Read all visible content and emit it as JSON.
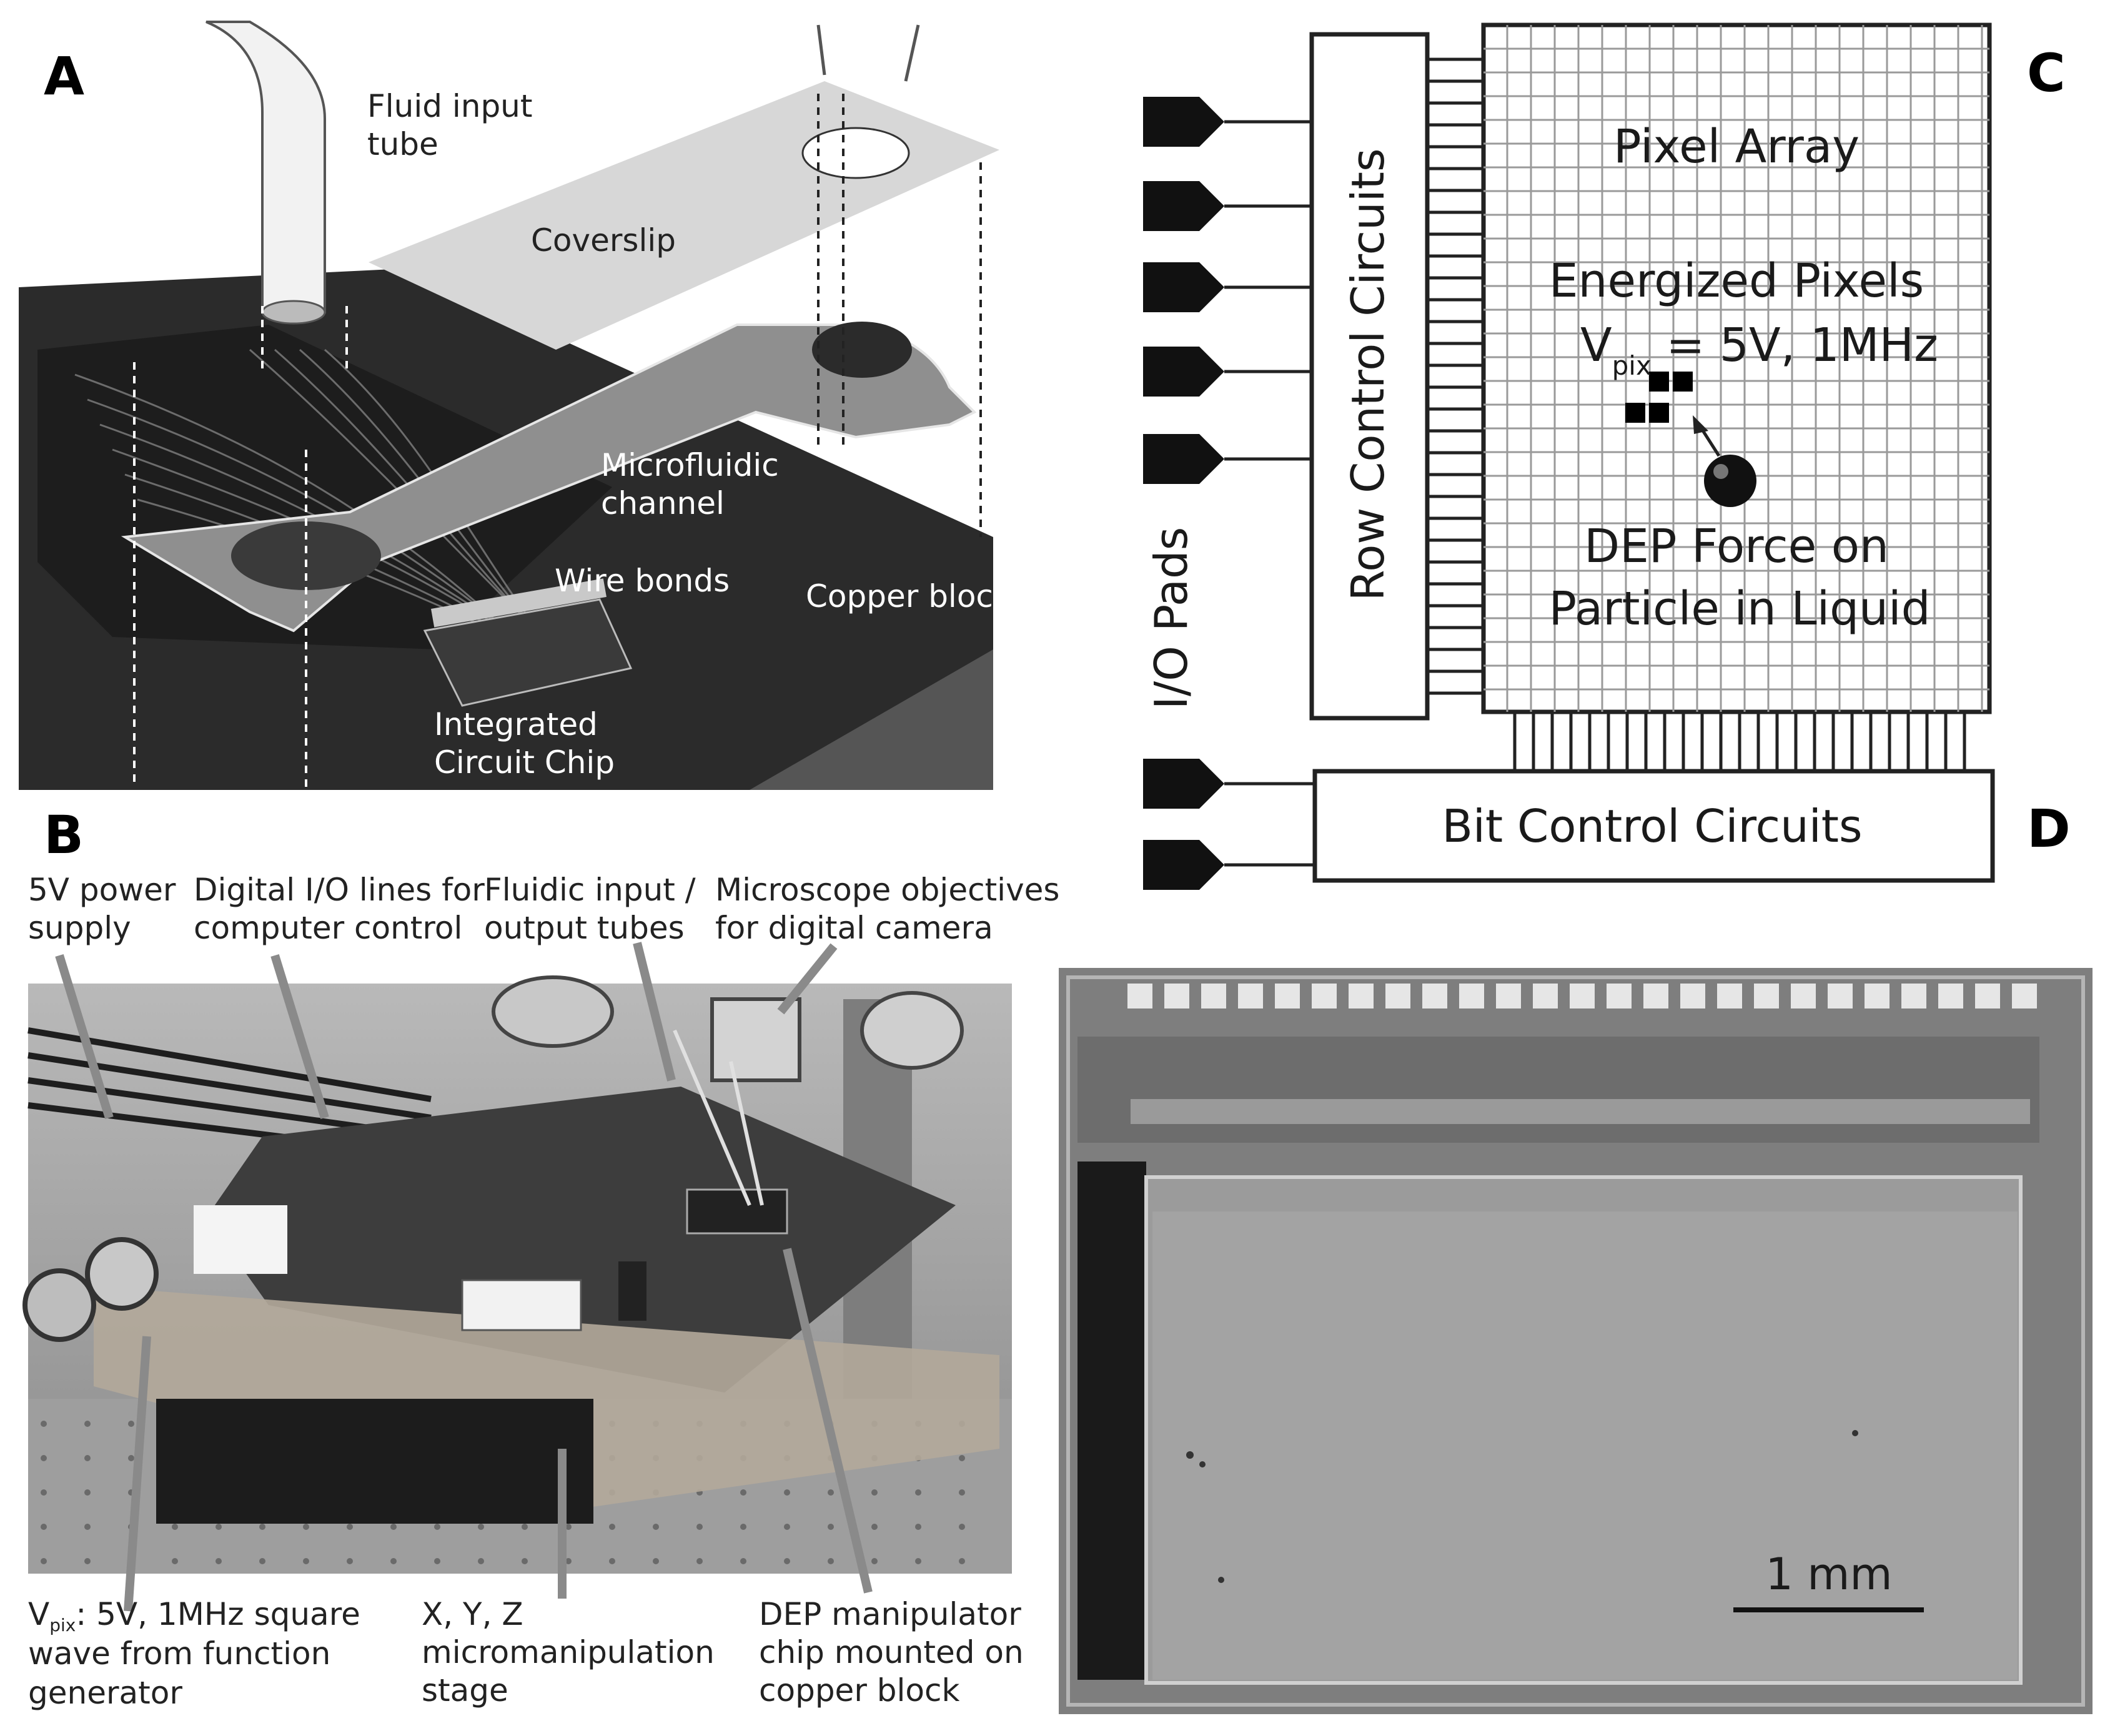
{
  "panels": {
    "a": {
      "letter": "A",
      "labels": {
        "fluid_input_tube": "Fluid input\ntube",
        "coverslip": "Coverslip",
        "microfluidic_channel": "Microfluidic\nchannel",
        "wire_bonds": "Wire bonds",
        "copper_block": "Copper block",
        "ic_chip": "Integrated\nCircuit Chip"
      }
    },
    "b": {
      "letter": "B",
      "labels": {
        "power_supply": "5V power\nsupply",
        "digital_io": "Digital I/O lines for\ncomputer control",
        "fluidic_tubes": "Fluidic input /\noutput tubes",
        "microscope": "Microscope objectives\nfor digital camera",
        "vpix_main": "V",
        "vpix_sub": "pix",
        "vpix_rest": ": 5V, 1MHz square",
        "vpix_line2": "wave from function",
        "vpix_line3": "generator",
        "xyz_stage": "X, Y, Z\nmicromanipulation\nstage",
        "dep_chip": "DEP manipulator\nchip mounted on\ncopper block"
      }
    },
    "c": {
      "letter": "C",
      "labels": {
        "pixel_array": "Pixel Array",
        "energized": "Energized Pixels",
        "vpix_v": "V",
        "vpix_sub": "pix",
        "vpix_value": " = 5V, 1MHz",
        "dep_force": "DEP Force on",
        "particle": "Particle in Liquid",
        "row_control": "Row Control Circuits",
        "io_pads": "I/O Pads",
        "bit_control": "Bit Control Circuits"
      }
    },
    "d": {
      "letter": "D",
      "scale_bar": "1 mm"
    }
  }
}
